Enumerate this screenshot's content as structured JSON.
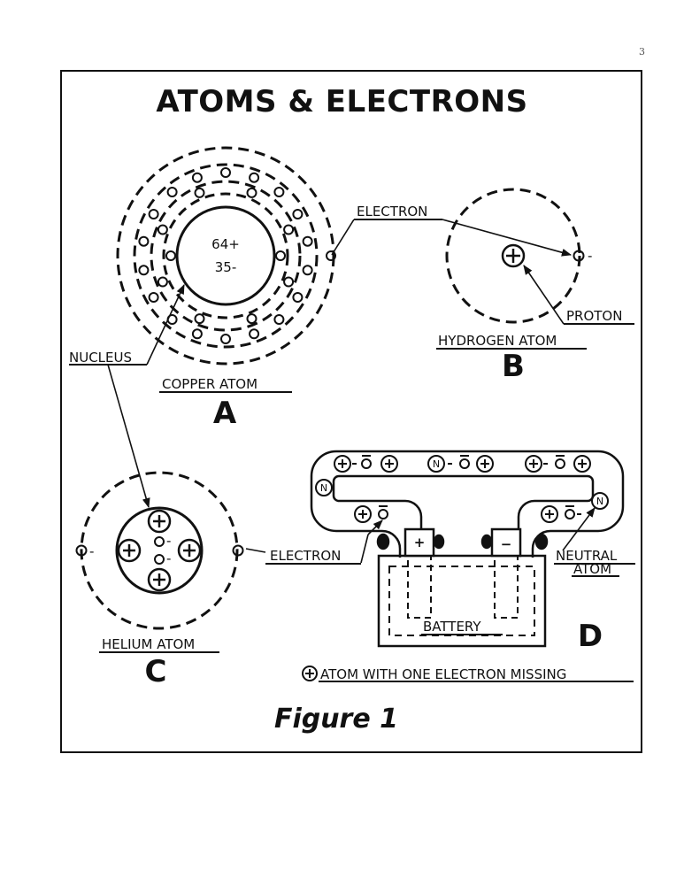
{
  "page_number": "3",
  "title": "ATOMS & ELECTRONS",
  "caption": "Figure 1",
  "copper": {
    "nucleus_positive": "64+",
    "nucleus_negative": "35-",
    "label": "COPPER ATOM",
    "letter": "A"
  },
  "hydrogen": {
    "label": "HYDROGEN ATOM",
    "letter": "B",
    "electron_label": "ELECTRON",
    "proton_label": "PROTON",
    "electron_sign": "-"
  },
  "helium": {
    "label": "HELIUM ATOM",
    "letter": "C",
    "electron_label": "ELECTRON",
    "nucleus_label": "NUCLEUS",
    "left_electron_sign": "-",
    "nucleus_electron_sign_top": "-",
    "nucleus_electron_sign_bottom": "-"
  },
  "battery_circuit": {
    "letter": "D",
    "battery_label": "BATTERY",
    "neutral_atom_label_line1": "NEUTRAL",
    "neutral_atom_label_line2": "ATOM",
    "positive_terminal": "+",
    "negative_terminal": "−",
    "neutral_symbol": "N",
    "legend": "ATOM WITH ONE ELECTRON MISSING"
  },
  "colors": {
    "ink": "#111111",
    "paper": "#ffffff"
  }
}
